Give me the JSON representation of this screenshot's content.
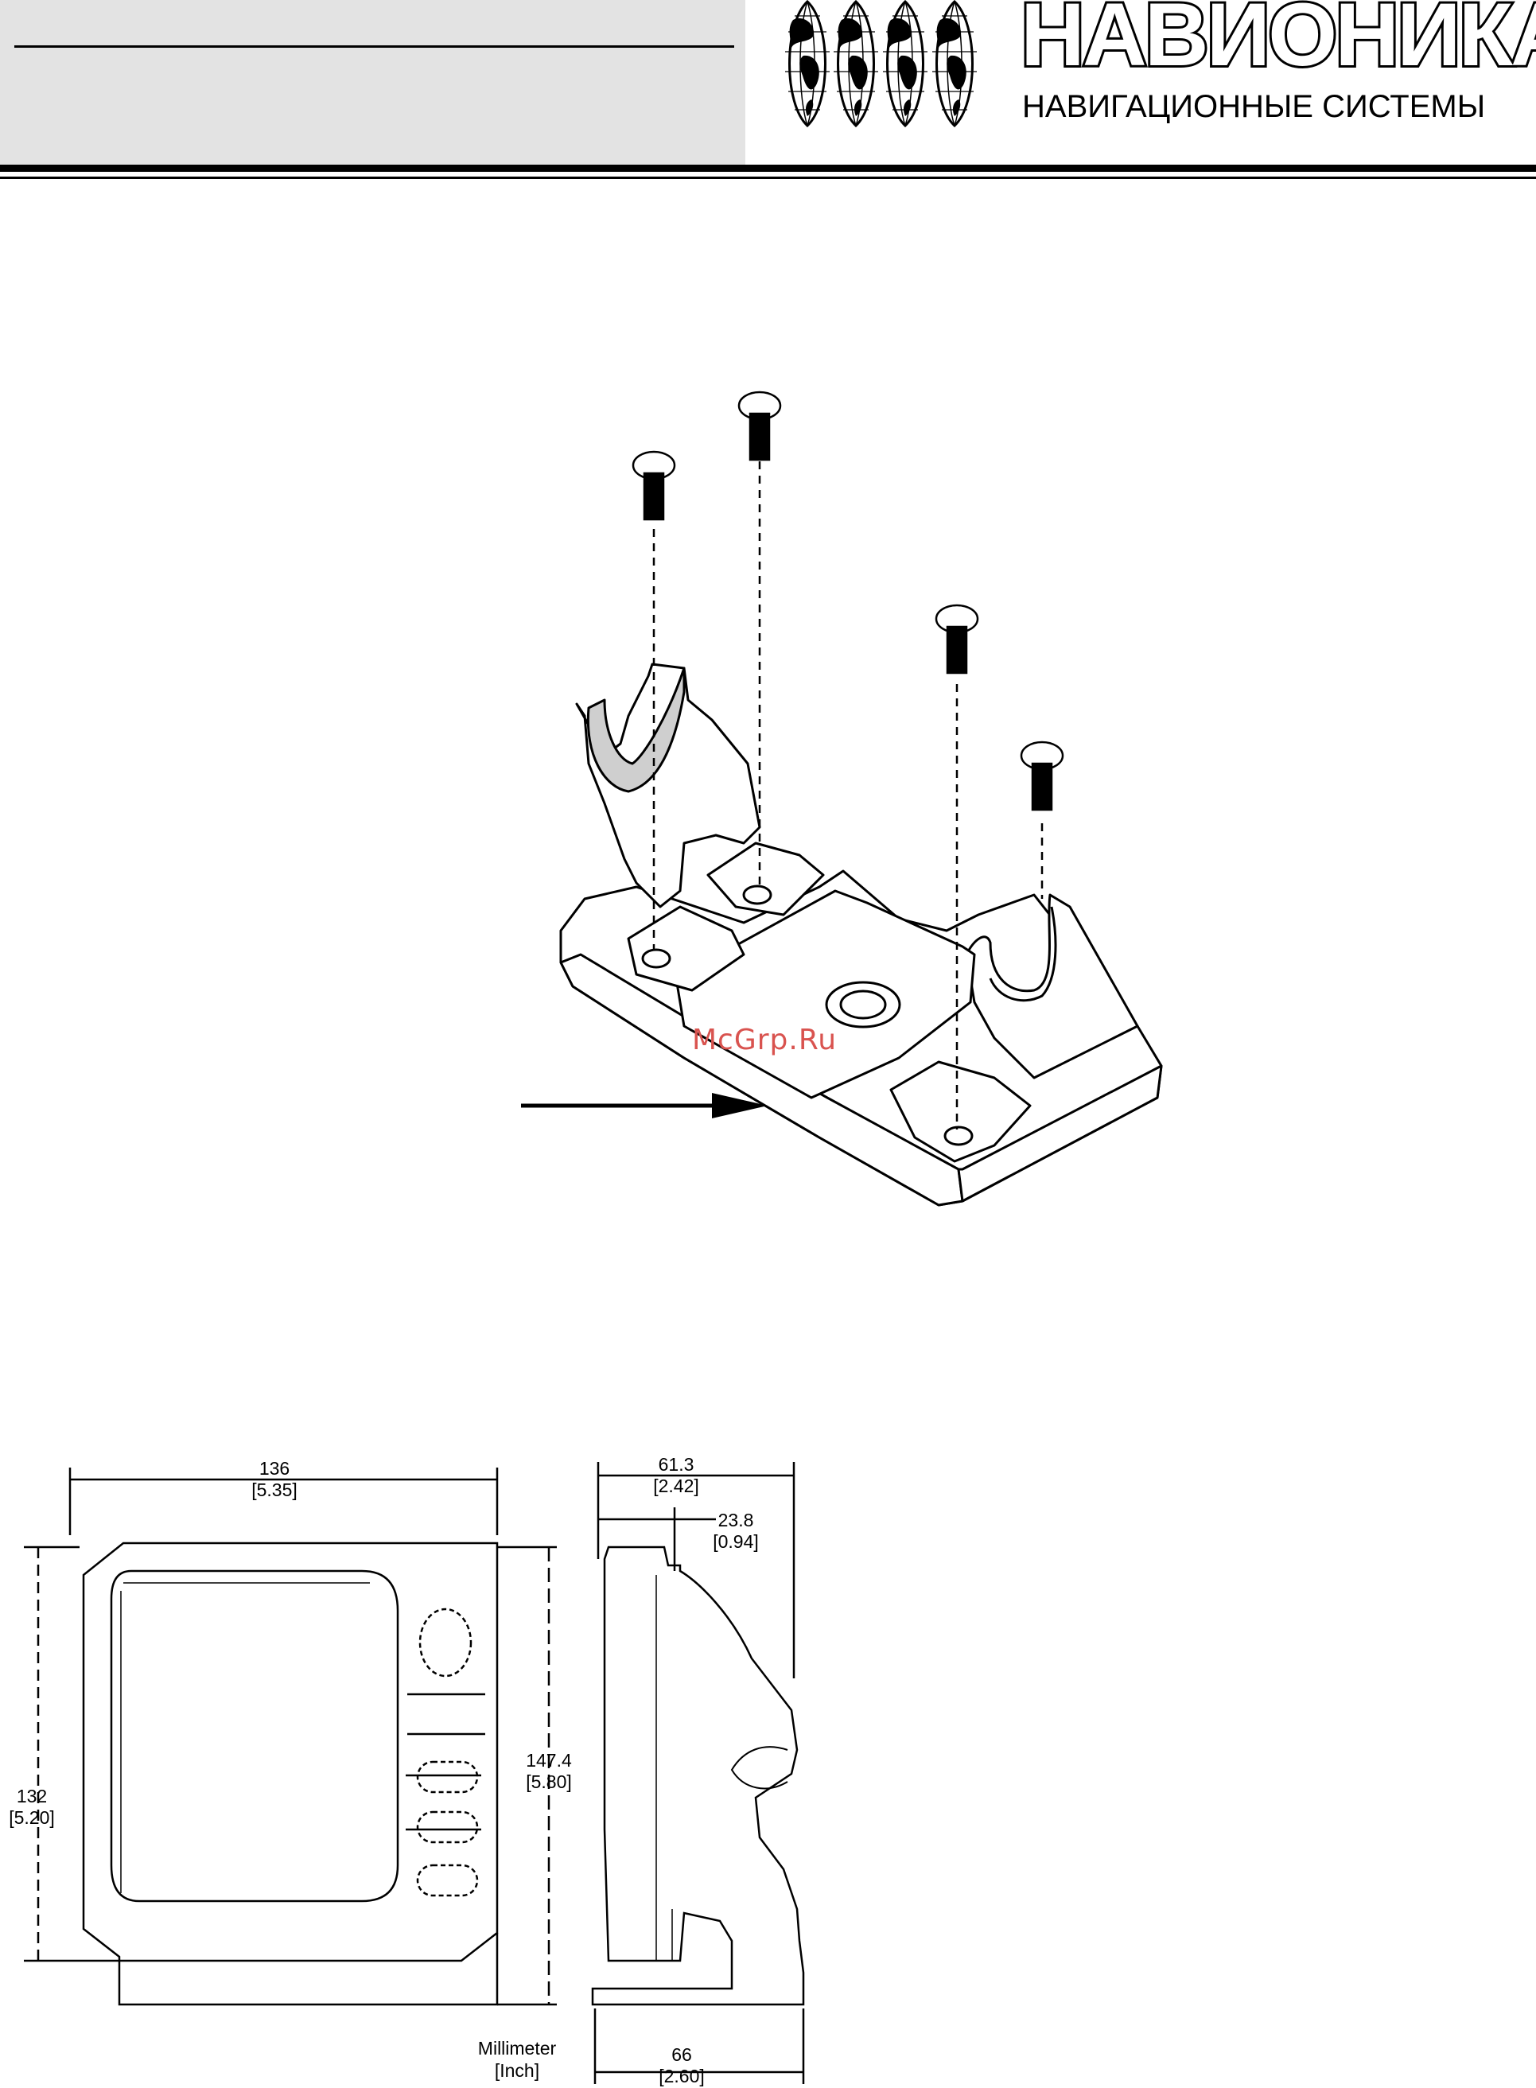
{
  "header": {
    "brand_title": "НАВИОНИКА",
    "brand_subtitle": "НАВИГАЦИОННЫЕ СИСТЕМЫ"
  },
  "watermark": "McGrp.Ru",
  "dimensions": {
    "width": "136",
    "width_in": "[5.35]",
    "depth": "61.3",
    "depth_in": "[2.42]",
    "offset": "23.8",
    "offset_in": "[0.94]",
    "height": "147.4",
    "height_in": "[5.80]",
    "inner_height": "132",
    "inner_height_in": "[5.20]",
    "base": "66",
    "base_in": "[2.60]",
    "units_mm": "Millimeter",
    "units_in": "[Inch]"
  }
}
